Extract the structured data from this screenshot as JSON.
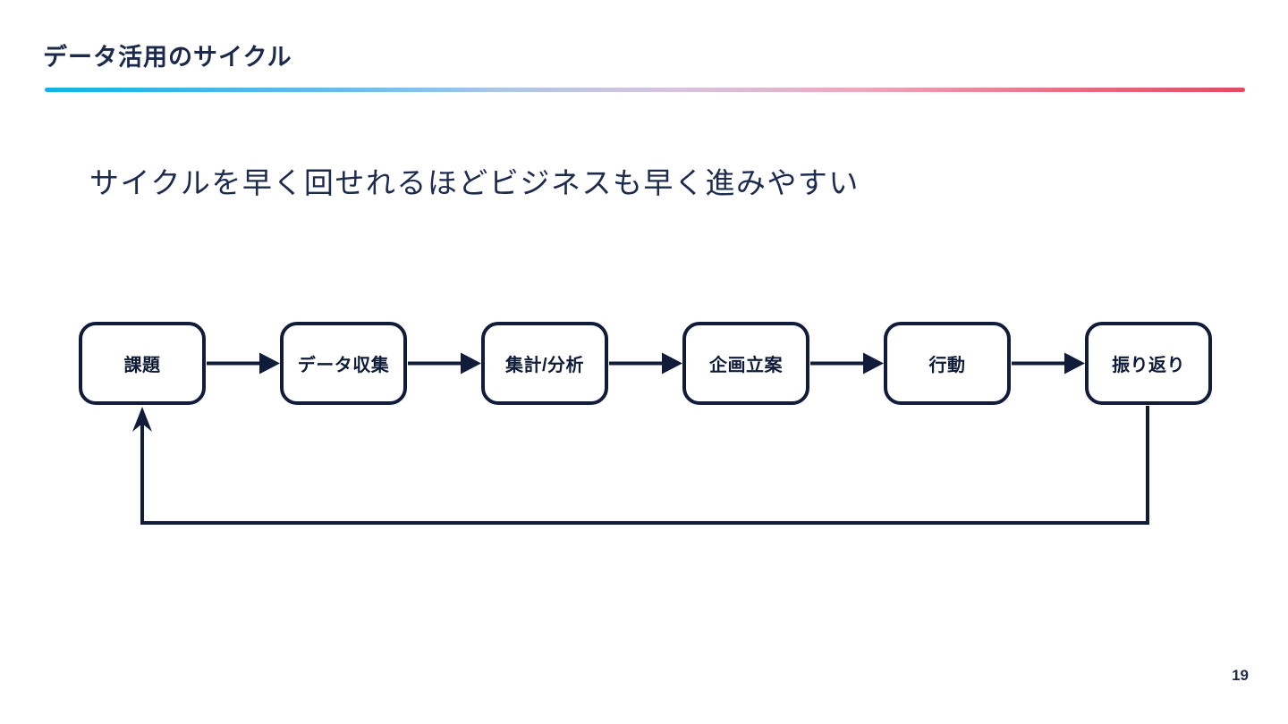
{
  "header": {
    "title": "データ活用のサイクル"
  },
  "subtitle": "サイクルを早く回せれるほどビジネスも早く進みやすい",
  "diagram": {
    "type": "flow-cycle",
    "nodes": [
      {
        "id": "issue",
        "label": "課題"
      },
      {
        "id": "data-collection",
        "label": "データ収集"
      },
      {
        "id": "aggregation-analysis",
        "label": "集計/分析"
      },
      {
        "id": "planning",
        "label": "企画立案"
      },
      {
        "id": "action",
        "label": "行動"
      },
      {
        "id": "retrospective",
        "label": "振り返り"
      }
    ],
    "edges": [
      {
        "from": "issue",
        "to": "data-collection"
      },
      {
        "from": "data-collection",
        "to": "aggregation-analysis"
      },
      {
        "from": "aggregation-analysis",
        "to": "planning"
      },
      {
        "from": "planning",
        "to": "action"
      },
      {
        "from": "action",
        "to": "retrospective"
      },
      {
        "from": "retrospective",
        "to": "issue",
        "style": "feedback-loop"
      }
    ],
    "colors": {
      "node_fill": "#ffffff",
      "node_border": "#101c3a",
      "arrow": "#101c3a"
    }
  },
  "accent": {
    "rule_gradient_start": "#0fb3e3",
    "rule_gradient_mid": "#d8c3e2",
    "rule_gradient_end": "#e24a61"
  },
  "footer": {
    "page_number": "19"
  }
}
